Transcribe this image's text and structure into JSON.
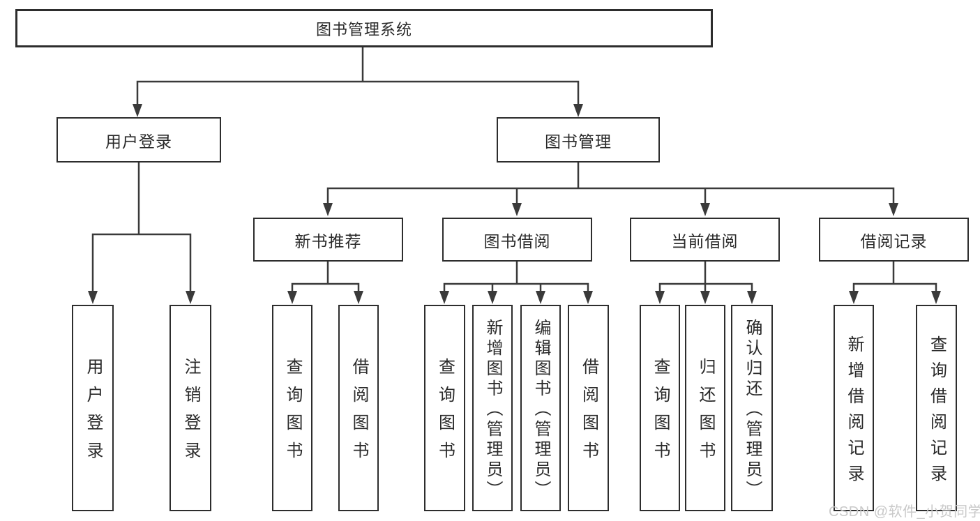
{
  "diagram": {
    "root": {
      "label": "图书管理系统"
    },
    "user_login": {
      "label": "用户登录",
      "children": {
        "login": {
          "label": "用户登录"
        },
        "logout": {
          "label": "注销登录"
        }
      }
    },
    "book_mgmt": {
      "label": "图书管理",
      "children": {
        "new_book_rec": {
          "label": "新书推荐",
          "children": {
            "query": {
              "label": "查询图书"
            },
            "borrow": {
              "label": "借阅图书"
            }
          }
        },
        "book_borrow": {
          "label": "图书借阅",
          "children": {
            "query": {
              "label": "查询图书"
            },
            "add": {
              "label": "新增图书（管理员）"
            },
            "edit": {
              "label": "编辑图书（管理员）"
            },
            "borrow": {
              "label": "借阅图书"
            }
          }
        },
        "current_borrow": {
          "label": "当前借阅",
          "children": {
            "query": {
              "label": "查询图书"
            },
            "return": {
              "label": "归还图书"
            },
            "confirm": {
              "label": "确认归还（管理员）"
            }
          }
        },
        "borrow_record": {
          "label": "借阅记录",
          "children": {
            "add": {
              "label": "新增借阅记录"
            },
            "query": {
              "label": "查询借阅记录"
            }
          }
        }
      }
    },
    "watermark": "CSDN @软件_小贺同学",
    "colors": {
      "line": "#3a3a3a",
      "border": "#2d2d2d",
      "text": "#2a2a2a",
      "watermark": "#c9c9c9",
      "background": "#ffffff"
    }
  }
}
